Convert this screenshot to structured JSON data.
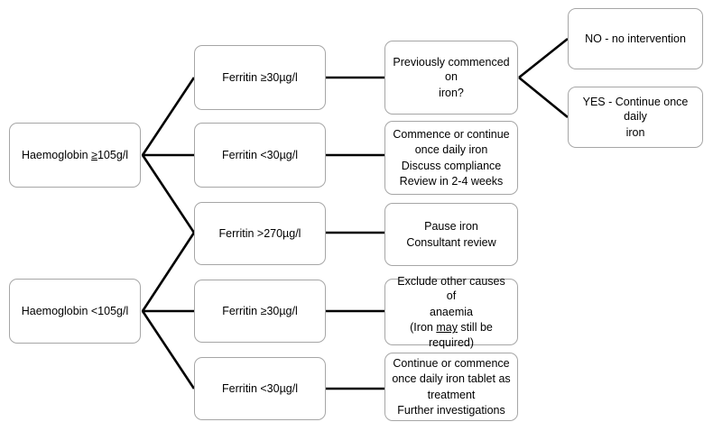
{
  "diagram": {
    "title": "Anaemia / ferritin management flowchart",
    "stroke_color": "#000000",
    "box_border_color": "#a6a6a6",
    "background": "#ffffff",
    "nodes": {
      "hb_high": {
        "text": "Haemoglobin ≥105g/l",
        "pre": "Haemoglobin ",
        "underlined": "≥",
        "post": "105g/l"
      },
      "hb_low": {
        "text": "Haemoglobin <105g/l"
      },
      "ferritin_high_1": {
        "text": "Ferritin ≥30µg/l"
      },
      "ferritin_low_1": {
        "text": "Ferritin <30µg/l"
      },
      "ferritin_270": {
        "text": "Ferritin >270µg/l"
      },
      "ferritin_high_2": {
        "text": "Ferritin ≥30µg/l"
      },
      "ferritin_low_2": {
        "text": "Ferritin <30µg/l"
      },
      "prev_iron": {
        "line1": "Previously commenced on",
        "line2": "iron?"
      },
      "commence_continue": {
        "line1": "Commence or continue",
        "line2": "once daily iron",
        "line3": "Discuss compliance",
        "line4": "Review in 2-4 weeks"
      },
      "pause_iron": {
        "line1": "Pause iron",
        "line2": "Consultant review"
      },
      "exclude_other": {
        "line1": "Exclude other causes of",
        "line2": "anaemia",
        "line3_pre": "(Iron ",
        "line3_underlined": "may",
        "line3_post": " still be required)"
      },
      "continue_commence": {
        "line1": "Continue or commence",
        "line2": "once daily iron tablet as",
        "line3": "treatment",
        "line4": "Further investigations"
      },
      "no_intervention": {
        "text": "NO - no intervention"
      },
      "yes_continue": {
        "line1": "YES - Continue once daily",
        "line2": "iron"
      }
    }
  }
}
